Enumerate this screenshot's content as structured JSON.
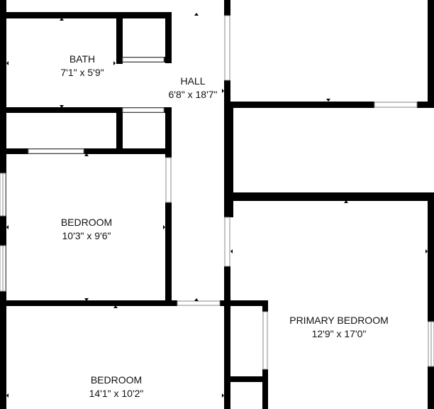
{
  "colors": {
    "wall": "#000000",
    "floor": "#ffffff",
    "window": "#cfcfcf",
    "text": "#111111"
  },
  "rooms": [
    {
      "id": "bath",
      "name": "BATH",
      "dims": "7'1\" x 5'9\""
    },
    {
      "id": "hall",
      "name": "HALL",
      "dims": "6'8\" x 18'7\""
    },
    {
      "id": "bedroom-1",
      "name": "BEDROOM",
      "dims": "10'3\" x 9'6\""
    },
    {
      "id": "primary-bedroom",
      "name": "PRIMARY BEDROOM",
      "dims": "12'9\" x 17'0\""
    },
    {
      "id": "bedroom-2",
      "name": "BEDROOM",
      "dims": "14'1\" x 10'2\""
    }
  ]
}
